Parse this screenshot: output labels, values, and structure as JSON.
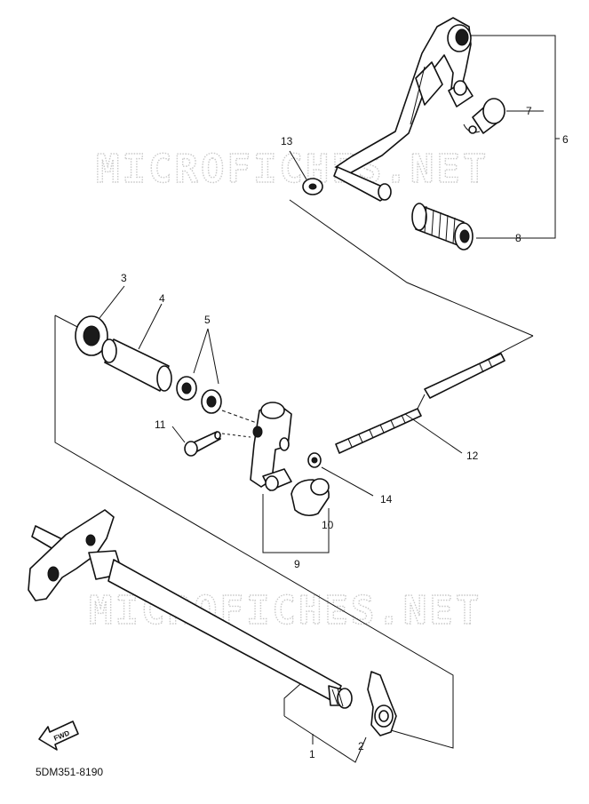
{
  "watermarks": [
    "MICROFICHES.NET",
    "MICROFICHES.NET"
  ],
  "callouts": [
    {
      "id": "1",
      "label": "1"
    },
    {
      "id": "2",
      "label": "2"
    },
    {
      "id": "3",
      "label": "3"
    },
    {
      "id": "4",
      "label": "4"
    },
    {
      "id": "5",
      "label": "5"
    },
    {
      "id": "6",
      "label": "6"
    },
    {
      "id": "7",
      "label": "7"
    },
    {
      "id": "8",
      "label": "8"
    },
    {
      "id": "9",
      "label": "9"
    },
    {
      "id": "10",
      "label": "10"
    },
    {
      "id": "11",
      "label": "11"
    },
    {
      "id": "12",
      "label": "12"
    },
    {
      "id": "13",
      "label": "13"
    },
    {
      "id": "14",
      "label": "14"
    }
  ],
  "fwd_label": "FWD",
  "diagram_code": "5DM351-8190"
}
